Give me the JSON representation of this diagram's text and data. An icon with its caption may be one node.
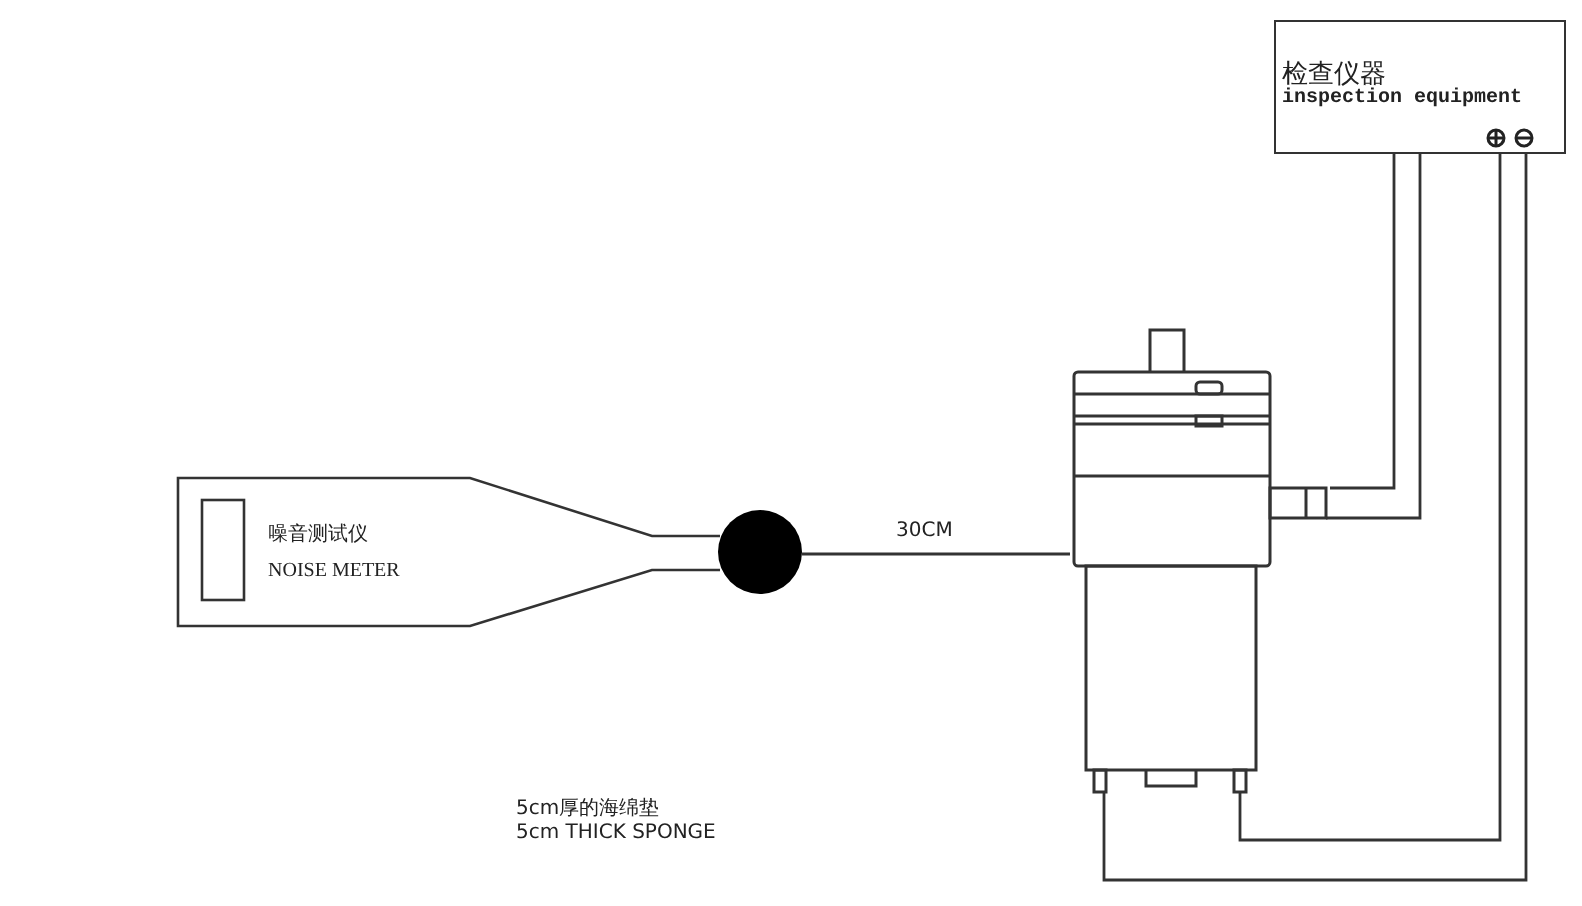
{
  "diagram": {
    "nodes": [
      {
        "text": [
          "检查仪器",
          "inspection equipment"
        ]
      },
      {
        "text": [
          "噪音测试仪",
          "NOISE METER"
        ]
      },
      {
        "text": [],
        "shape": "circle"
      },
      {
        "text": [],
        "shape": "picture"
      }
    ],
    "edges": [
      {
        "from": 2,
        "to": 3,
        "arrow": "none",
        "label": "30CM"
      },
      {
        "from": 3,
        "to": 0,
        "arrow": "none"
      },
      {
        "from": 3,
        "to": 0,
        "arrow": "none"
      },
      {
        "from": 3,
        "to": 0,
        "arrow": "none"
      },
      {
        "from": 3,
        "to": 0,
        "arrow": "none"
      }
    ],
    "labels": [
      "5cm厚的海绵垫",
      "5cm THICK SPONGE"
    ]
  }
}
